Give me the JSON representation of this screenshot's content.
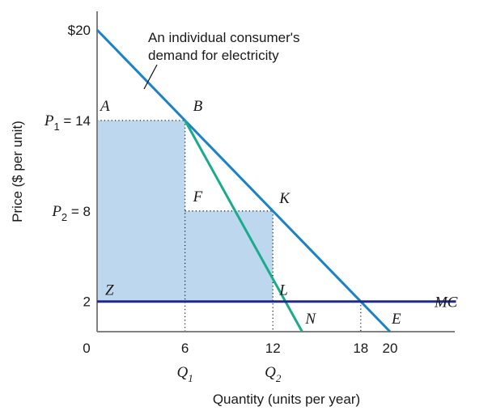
{
  "chart_data": {
    "type": "line",
    "xlabel": "Quantity (units per year)",
    "ylabel": "Price ($ per unit)",
    "xlim": [
      0,
      24.5
    ],
    "ylim": [
      0,
      21.2
    ],
    "x_ticks": [
      {
        "value": 6,
        "label": "6"
      },
      {
        "value": 12,
        "label": "12"
      },
      {
        "value": 18,
        "label": "18"
      },
      {
        "value": 20,
        "label": "20"
      }
    ],
    "y_ticks": [
      {
        "value": 20,
        "label": "$20"
      },
      {
        "value": 14,
        "label_main": "P",
        "label_sub": "1",
        "label_rest": " = 14"
      },
      {
        "value": 8,
        "label_main": "P",
        "label_sub": "2",
        "label_rest": " = 8"
      },
      {
        "value": 2,
        "label": "2"
      }
    ],
    "origin_label": "0",
    "quantity_labels": [
      {
        "x": 6,
        "main": "Q",
        "sub": "1"
      },
      {
        "x": 12,
        "main": "Q",
        "sub": "2"
      }
    ],
    "series": [
      {
        "name": "An individual consumer's demand for electricity",
        "color": "#1a82c8",
        "points": [
          [
            0,
            20
          ],
          [
            20,
            0
          ]
        ]
      },
      {
        "color": "#1aaa8c",
        "points": [
          [
            6,
            14
          ],
          [
            14,
            0
          ]
        ]
      },
      {
        "name": "MC",
        "color": "#1f2a8c",
        "points": [
          [
            0,
            2
          ],
          [
            24.5,
            2
          ]
        ]
      }
    ],
    "shaded_regions": [
      {
        "color": "#bdd7ee",
        "points": [
          [
            0,
            2
          ],
          [
            0,
            14
          ],
          [
            6,
            14
          ],
          [
            6,
            8
          ],
          [
            12,
            8
          ],
          [
            12,
            2
          ]
        ]
      }
    ],
    "guide_lines": [
      {
        "from": [
          0,
          14
        ],
        "to": [
          6,
          14
        ]
      },
      {
        "from": [
          6,
          14
        ],
        "to": [
          6,
          0
        ]
      },
      {
        "from": [
          6,
          8
        ],
        "to": [
          12,
          8
        ]
      },
      {
        "from": [
          12,
          8
        ],
        "to": [
          12,
          0
        ]
      },
      {
        "from": [
          18,
          2
        ],
        "to": [
          18,
          0
        ]
      }
    ],
    "point_labels": [
      {
        "text": "A",
        "x": 0,
        "y": 14
      },
      {
        "text": "B",
        "x": 6,
        "y": 14
      },
      {
        "text": "F",
        "x": 6,
        "y": 8
      },
      {
        "text": "K",
        "x": 12,
        "y": 8
      },
      {
        "text": "Z",
        "x": 0,
        "y": 2
      },
      {
        "text": "L",
        "x": 12,
        "y": 2
      },
      {
        "text": "N",
        "x": 14,
        "y": 0
      },
      {
        "text": "E",
        "x": 20,
        "y": 0
      },
      {
        "text": "MC",
        "x": 24.5,
        "y": 2
      }
    ],
    "annotation": {
      "line1": "An individual consumer's",
      "line2": "demand for electricity"
    }
  }
}
